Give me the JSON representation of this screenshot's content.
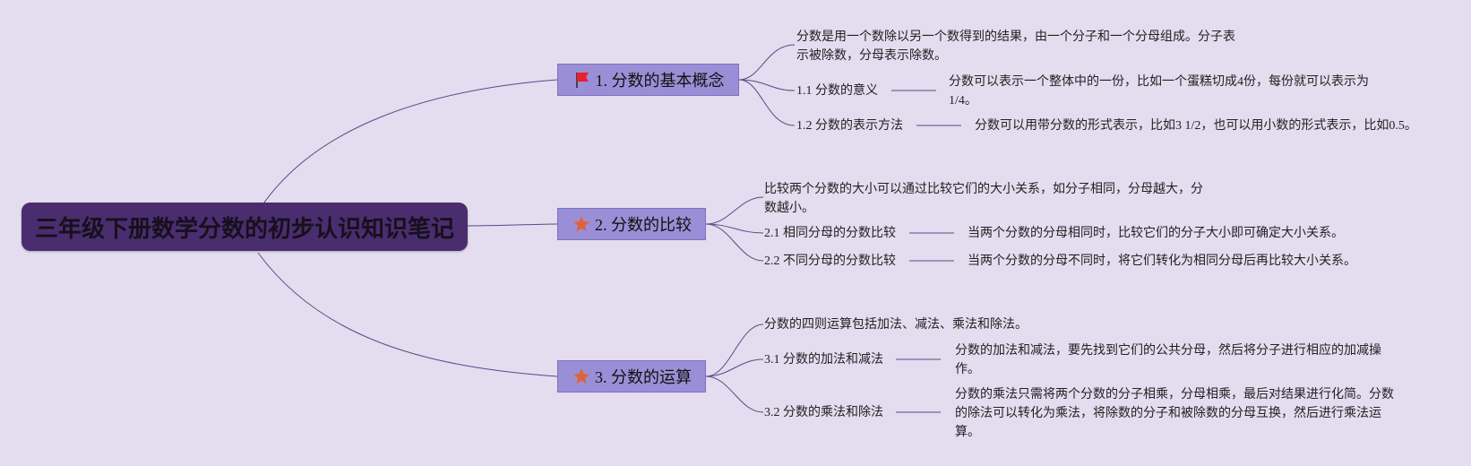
{
  "root": {
    "title": "三年级下册数学分数的初步认识知识笔记"
  },
  "branches": [
    {
      "label": "1. 分数的基本概念",
      "icon": "flag-icon",
      "summary": "分数是用一个数除以另一个数得到的结果，由一个分子和一个分母组成。分子表示被除数，分母表示除数。",
      "children": [
        {
          "title": "1.1 分数的意义",
          "detail": "分数可以表示一个整体中的一份，比如一个蛋糕切成4份，每份就可以表示为1/4。"
        },
        {
          "title": "1.2 分数的表示方法",
          "detail": "分数可以用带分数的形式表示，比如3 1/2，也可以用小数的形式表示，比如0.5。"
        }
      ]
    },
    {
      "label": "2. 分数的比较",
      "icon": "star-icon",
      "summary": "比较两个分数的大小可以通过比较它们的大小关系，如分子相同，分母越大，分数越小。",
      "children": [
        {
          "title": "2.1 相同分母的分数比较",
          "detail": "当两个分数的分母相同时，比较它们的分子大小即可确定大小关系。"
        },
        {
          "title": "2.2 不同分母的分数比较",
          "detail": "当两个分数的分母不同时，将它们转化为相同分母后再比较大小关系。"
        }
      ]
    },
    {
      "label": "3. 分数的运算",
      "icon": "star-icon",
      "summary": "分数的四则运算包括加法、减法、乘法和除法。",
      "children": [
        {
          "title": "3.1 分数的加法和减法",
          "detail": "分数的加法和减法，要先找到它们的公共分母，然后将分子进行相应的加减操作。"
        },
        {
          "title": "3.2 分数的乘法和除法",
          "detail": "分数的乘法只需将两个分数的分子相乘，分母相乘，最后对结果进行化简。分数的除法可以转化为乘法，将除数的分子和被除数的分母互换，然后进行乘法运算。"
        }
      ]
    }
  ],
  "colors": {
    "background": "#e4dcef",
    "root_fill": "#4a2d6e",
    "branch_fill": "#9a8fd6",
    "connector": "#5a4a86",
    "flag": "#e8202a",
    "star": "#e0623a"
  }
}
